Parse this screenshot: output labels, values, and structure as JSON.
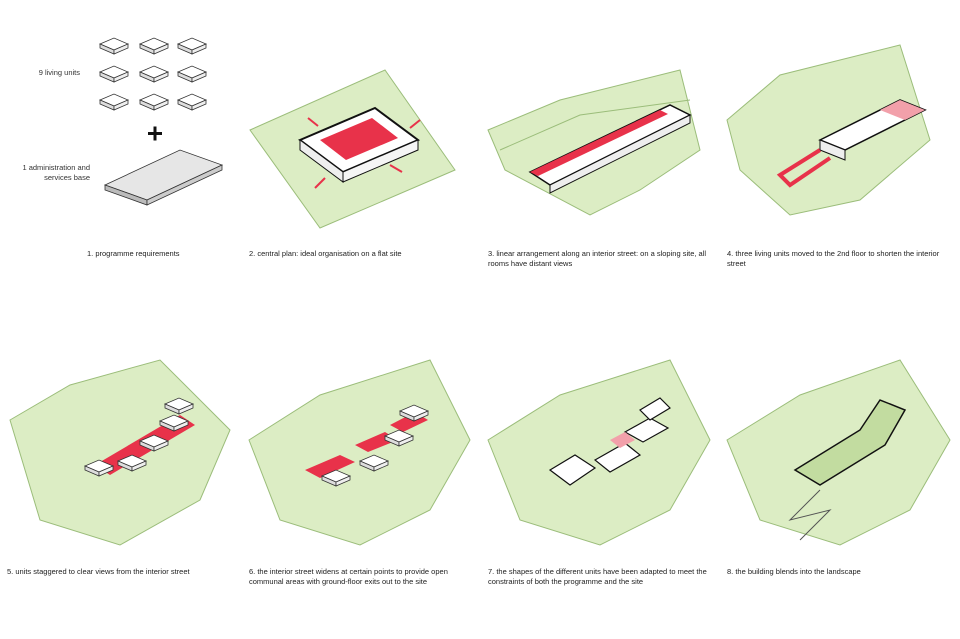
{
  "labels": {
    "living_units": "9 living units",
    "admin_base": "1 administration and services base"
  },
  "captions": [
    "1. programme requirements",
    "2. central plan: ideal organisation on a flat site",
    "3. linear arrangement along an interior street: on a sloping site, all rooms have distant views",
    "4. three living units moved to the 2nd floor to shorten the interior street",
    "5. units staggered to clear views from the interior street",
    "6. the interior street widens at certain points to provide open communal areas with ground-floor exits out to the site",
    "7. the shapes of the different units have been adapted to meet the constraints of both the programme and the site",
    "8. the building blends into the landscape"
  ],
  "colors": {
    "green": "#dcedc4",
    "green_stroke": "#9bbd7a",
    "red": "#e8324a",
    "pink": "#f2a0aa"
  }
}
